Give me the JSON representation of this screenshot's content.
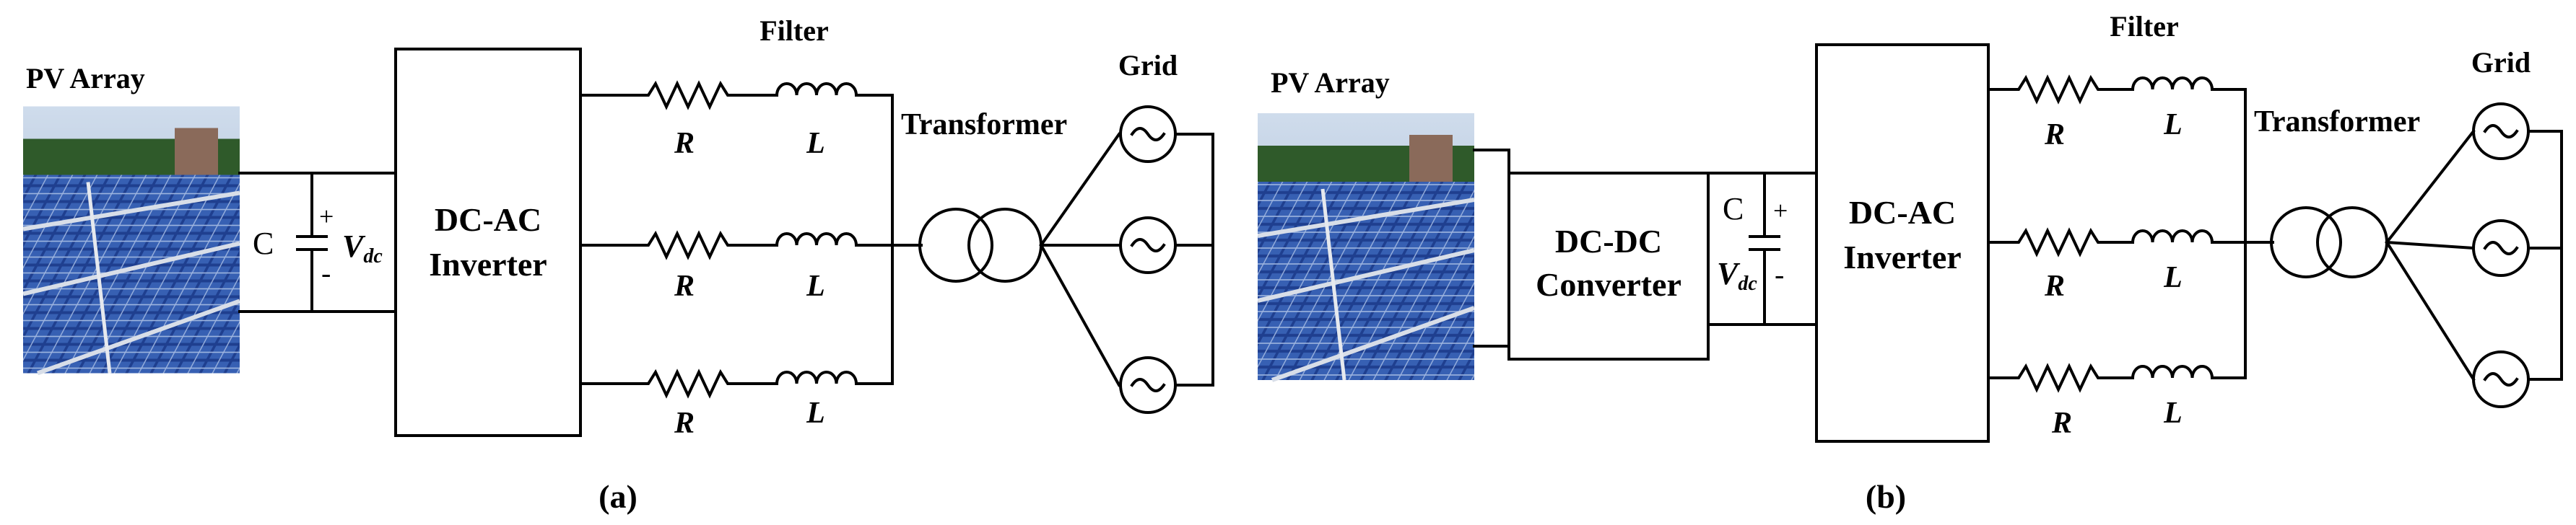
{
  "diagram_a": {
    "pv_label": "PV Array",
    "cap_label": "C",
    "plus": "+",
    "minus": "-",
    "vdc_main": "V",
    "vdc_sub": "dc",
    "inverter_line1": "DC-AC",
    "inverter_line2": "Inverter",
    "filter_label": "Filter",
    "r_label": "R",
    "l_label": "L",
    "transformer_label": "Transformer",
    "grid_label": "Grid",
    "caption": "(a)"
  },
  "diagram_b": {
    "pv_label": "PV Array",
    "converter_line1": "DC-DC",
    "converter_line2": "Converter",
    "cap_label": "C",
    "plus": "+",
    "minus": "-",
    "vdc_main": "V",
    "vdc_sub": "dc",
    "inverter_line1": "DC-AC",
    "inverter_line2": "Inverter",
    "filter_label": "Filter",
    "r_label": "R",
    "l_label": "L",
    "transformer_label": "Transformer",
    "grid_label": "Grid",
    "caption": "(b)"
  },
  "colors": {
    "line": "#000000",
    "sky": "#b9cbe0",
    "panel": "#1f3f8f",
    "panel_light": "#4f78c4",
    "trees": "#2f5a2a"
  }
}
